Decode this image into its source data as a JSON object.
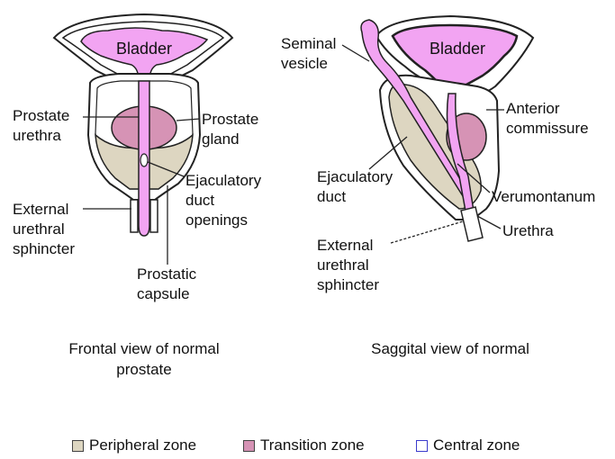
{
  "frontal": {
    "bladder": "Bladder",
    "labels": {
      "prostate_urethra": [
        "Prostate",
        "urethra"
      ],
      "prostate_gland": [
        "Prostate",
        "gland"
      ],
      "ejaculatory_openings": [
        "Ejaculatory",
        "duct",
        "openings"
      ],
      "external_sphincter": [
        "External",
        "urethral",
        "sphincter"
      ],
      "prostatic_capsule": [
        "Prostatic",
        "capsule"
      ]
    },
    "caption": [
      "Frontal view of normal",
      "prostate"
    ]
  },
  "sagittal": {
    "bladder": "Bladder",
    "labels": {
      "seminal_vesicle": [
        "Seminal",
        "vesicle"
      ],
      "anterior_commissure": [
        "Anterior",
        "commissure"
      ],
      "ejaculatory_duct": [
        "Ejaculatory",
        "duct"
      ],
      "verumontanum": "Verumontanum",
      "urethra": "Urethra",
      "external_sphincter": [
        "External",
        "urethral",
        "sphincter"
      ]
    },
    "caption": "Saggital view of normal"
  },
  "legend": [
    {
      "label": "Peripheral zone",
      "color": "#ddd6c1"
    },
    {
      "label": "Transition zone",
      "color": "#d693b5"
    },
    {
      "label": "Central zone",
      "color": "#ffffff"
    }
  ],
  "colors": {
    "bladder": "#f2a4f2",
    "peripheral": "#ddd6c1",
    "transition": "#d693b5",
    "outline": "#222222"
  }
}
